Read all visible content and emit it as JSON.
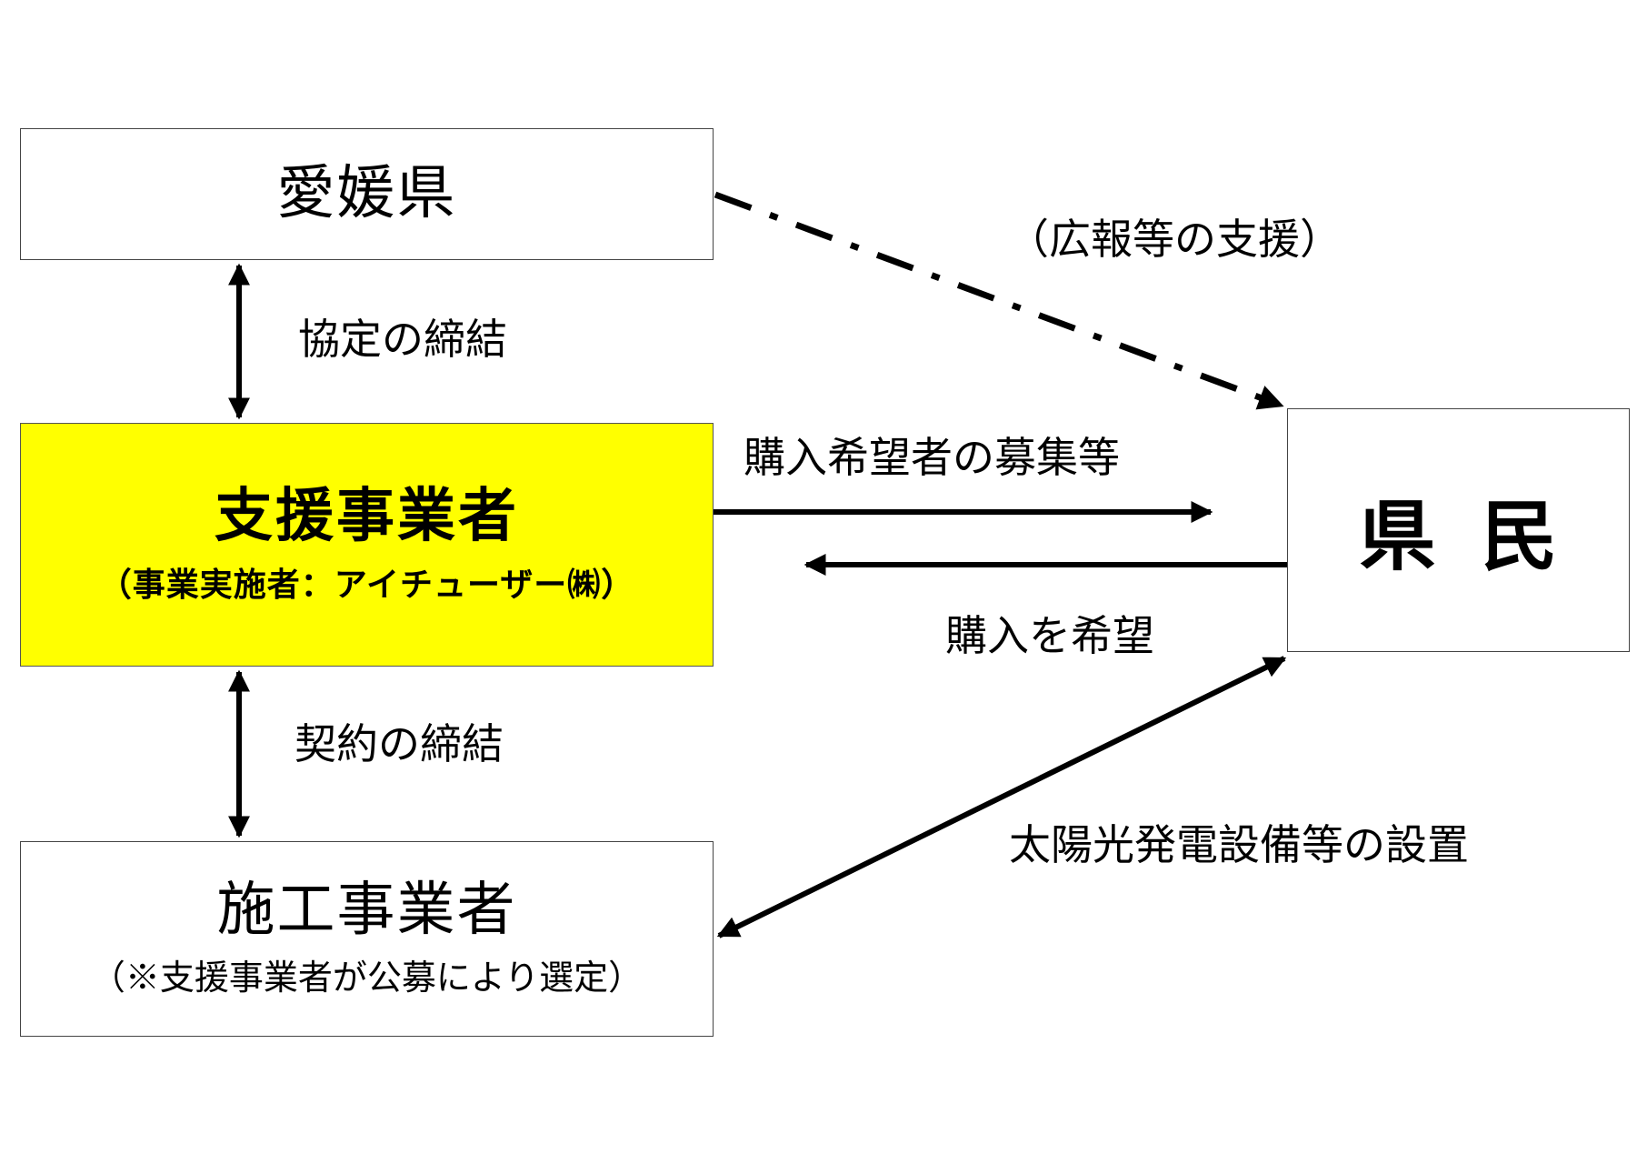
{
  "nodes": {
    "ehime": {
      "title": "愛媛県"
    },
    "support": {
      "title": "支援事業者",
      "subtitle": "（事業実施者：アイチューザー㈱）",
      "fill": "#ffff00"
    },
    "builder": {
      "title": "施工事業者",
      "subtitle": "（※支援事業者が公募により選定）"
    },
    "residents": {
      "title": "県民"
    }
  },
  "edges": {
    "agreement": "協定の締結",
    "contract": "契約の締結",
    "pr_support": "（広報等の支援）",
    "recruit": "購入希望者の募集等",
    "wish": "購入を希望",
    "install": "太陽光発電設備等の設置"
  }
}
